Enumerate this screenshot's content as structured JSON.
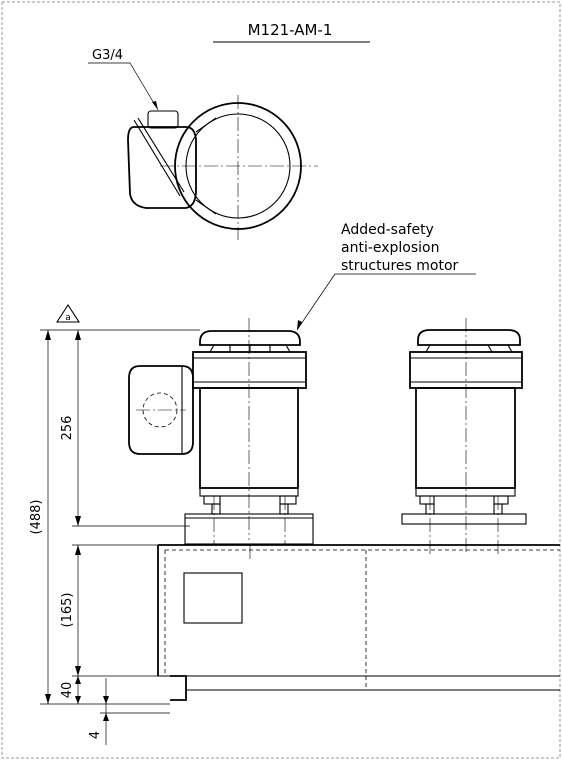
{
  "drawing": {
    "model_code": "M121-AM-1",
    "pipe_thread": "G3/4",
    "motor_note_lines": [
      "Added-safety",
      "anti-explosion",
      "structures motor"
    ],
    "revision_mark": "a"
  },
  "dimensions": {
    "motor_height": "256",
    "total_height": "(488)",
    "base_height": "(165)",
    "bottom_40": "40",
    "bottom_4": "4"
  }
}
